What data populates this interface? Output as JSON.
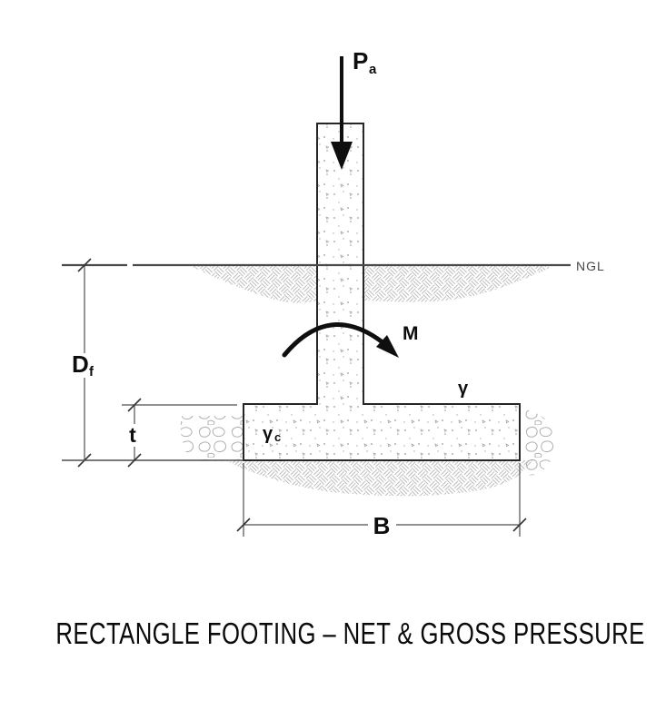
{
  "title": "RECTANGLE FOOTING – NET & GROSS PRESSURE",
  "annotations": {
    "axial_load": {
      "text": "P",
      "subscript": "a"
    },
    "moment": {
      "text": "M"
    },
    "natural_ground_level": {
      "text": "NGL"
    },
    "foundation_depth": {
      "text": "D",
      "subscript": "f"
    },
    "footing_thickness": {
      "text": "t"
    },
    "footing_width": {
      "text": "B"
    },
    "soil_unit_weight": {
      "text": "γ"
    },
    "concrete_unit_weight": {
      "text": "γ",
      "subscript": "c"
    }
  },
  "colors": {
    "background": "#ffffff",
    "concrete_outline": "#262626",
    "annotation_text": "#0d0d0d",
    "dimension_line": "#4f4f4f",
    "soil_hatch": "#bcbcbc",
    "stone_outline": "#b0b0b0",
    "stipple_dot": "#9a9a9a"
  }
}
